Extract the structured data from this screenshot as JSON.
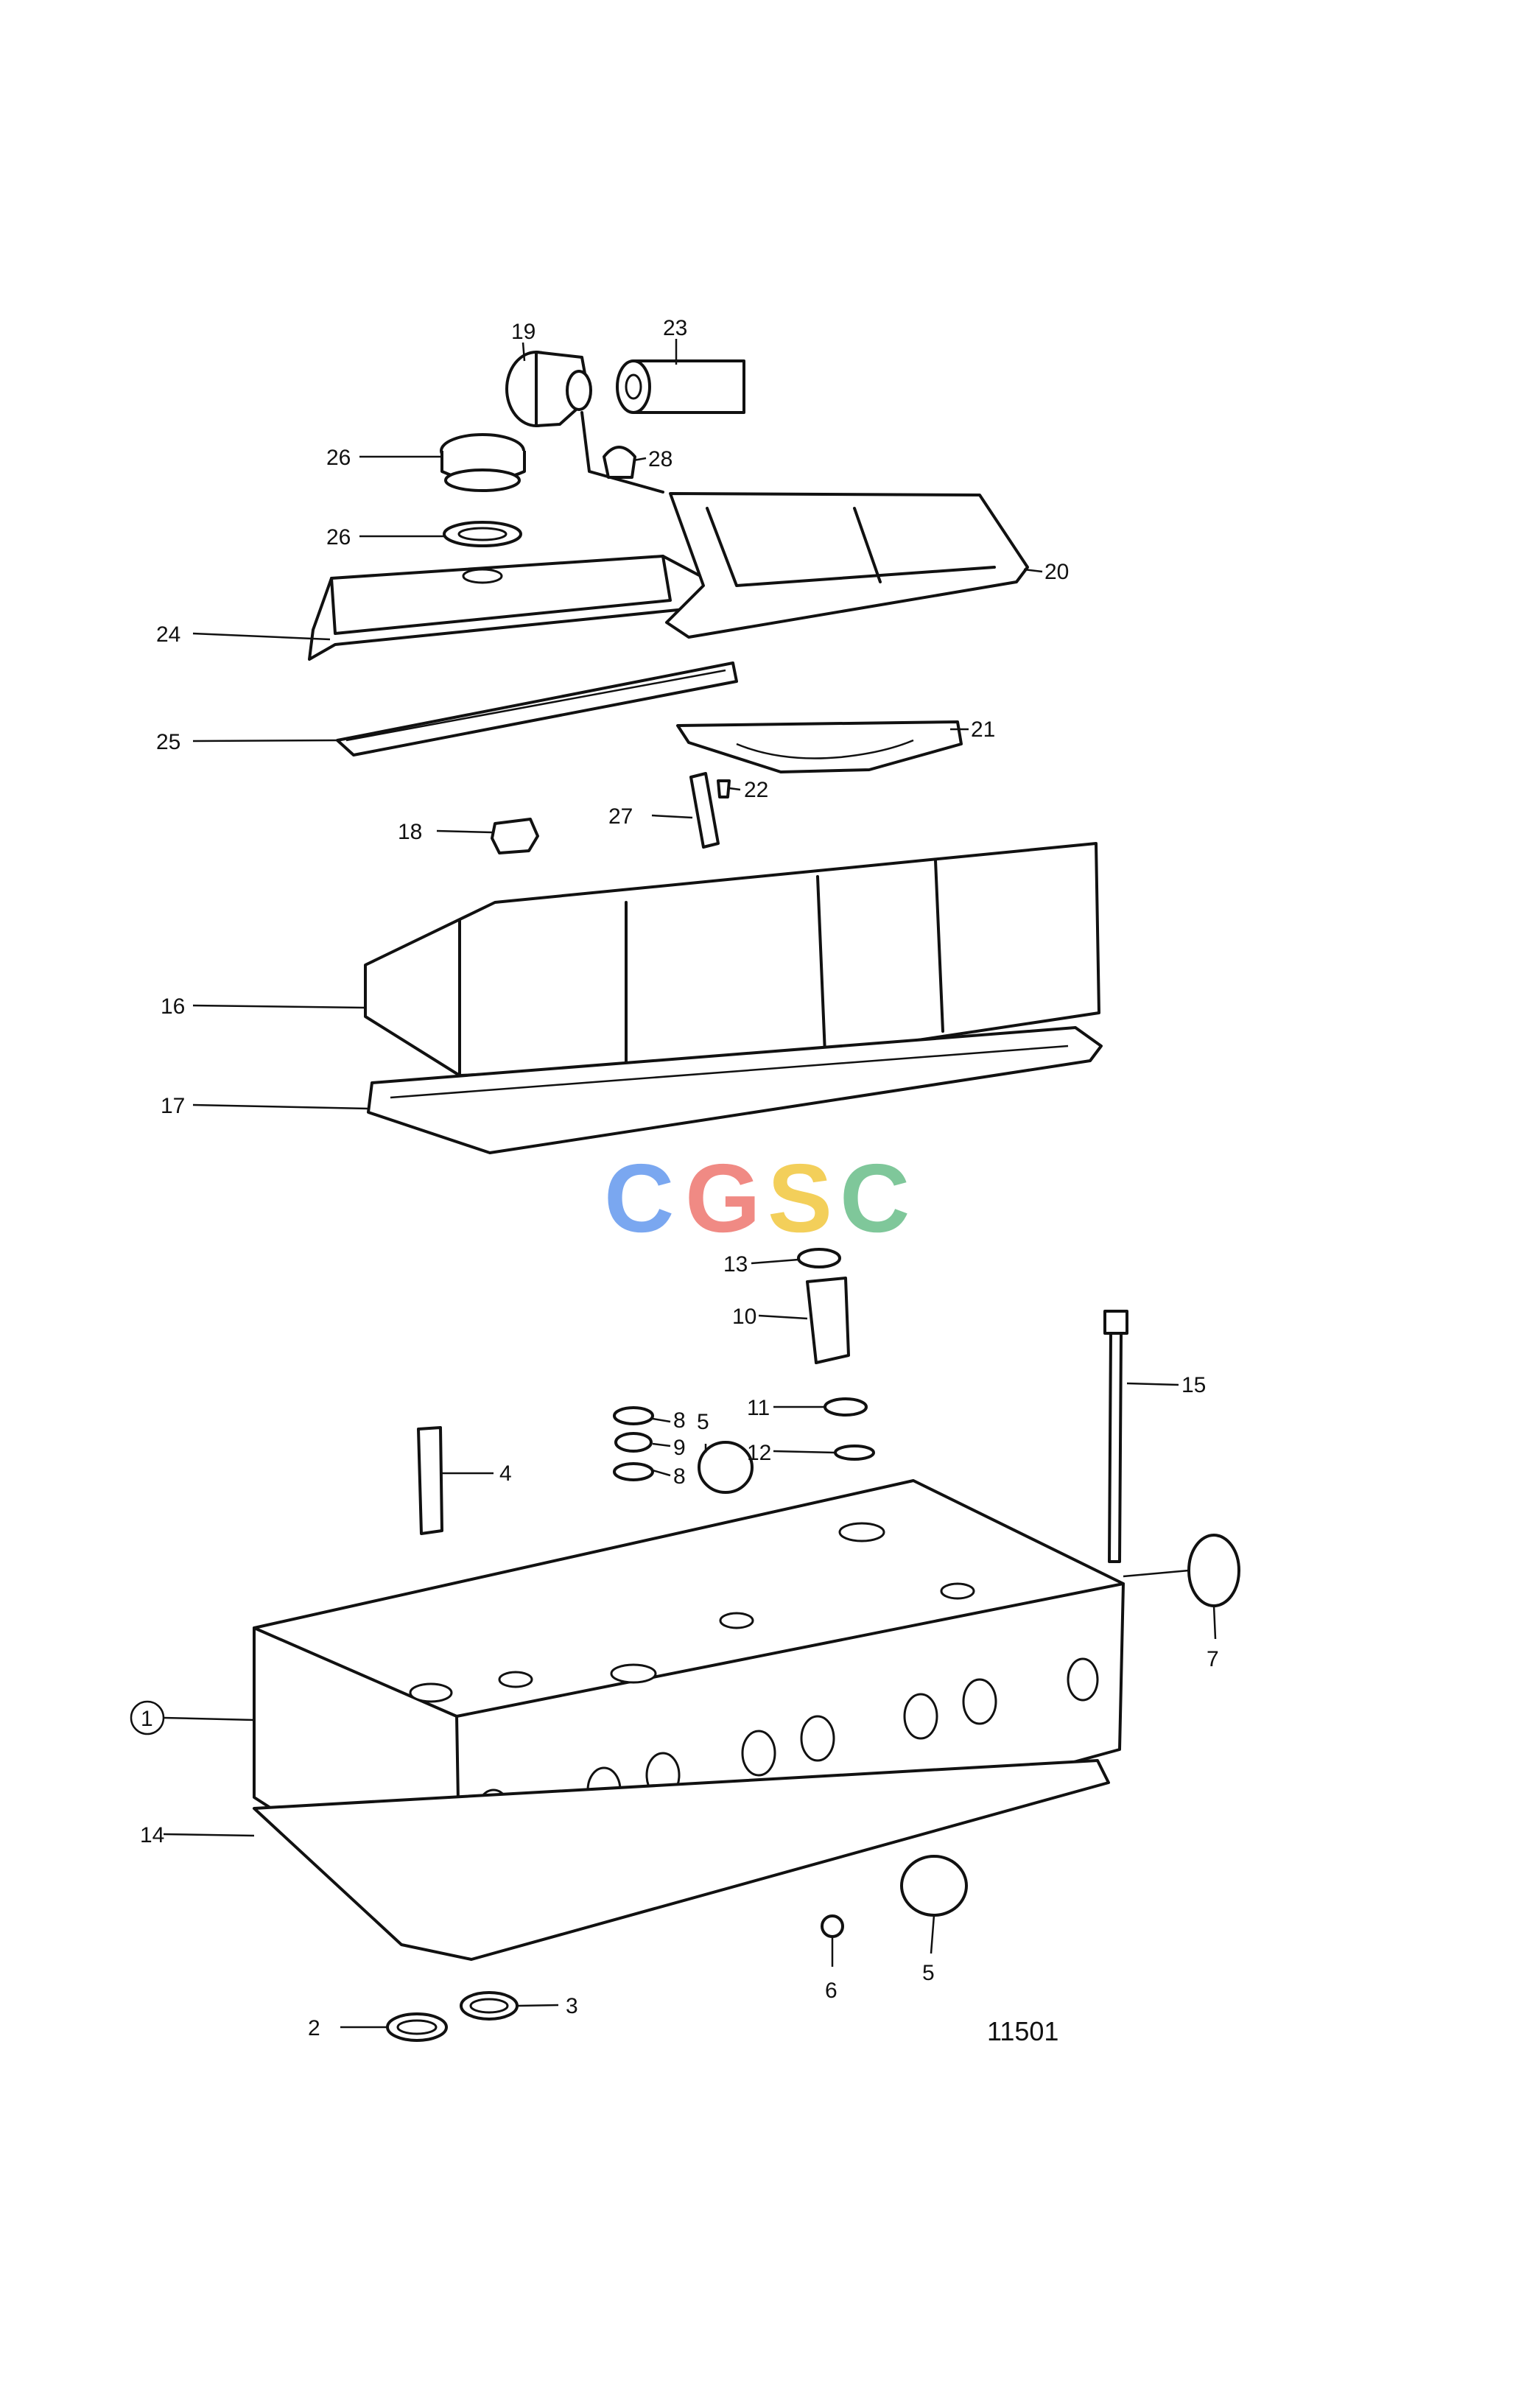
{
  "diagram": {
    "reference_number": "11501",
    "watermark": {
      "letters": [
        "C",
        "G",
        "S",
        "C"
      ],
      "colors": [
        "#7aa7f0",
        "#f08a84",
        "#f3cf5a",
        "#7fc79a"
      ]
    },
    "callouts": [
      "1",
      "2",
      "3",
      "4",
      "5",
      "5",
      "6",
      "7",
      "8",
      "8",
      "9",
      "10",
      "11",
      "12",
      "13",
      "14",
      "15",
      "16",
      "17",
      "18",
      "19",
      "20",
      "21",
      "22",
      "23",
      "24",
      "25",
      "26",
      "26",
      "27",
      "28"
    ]
  }
}
